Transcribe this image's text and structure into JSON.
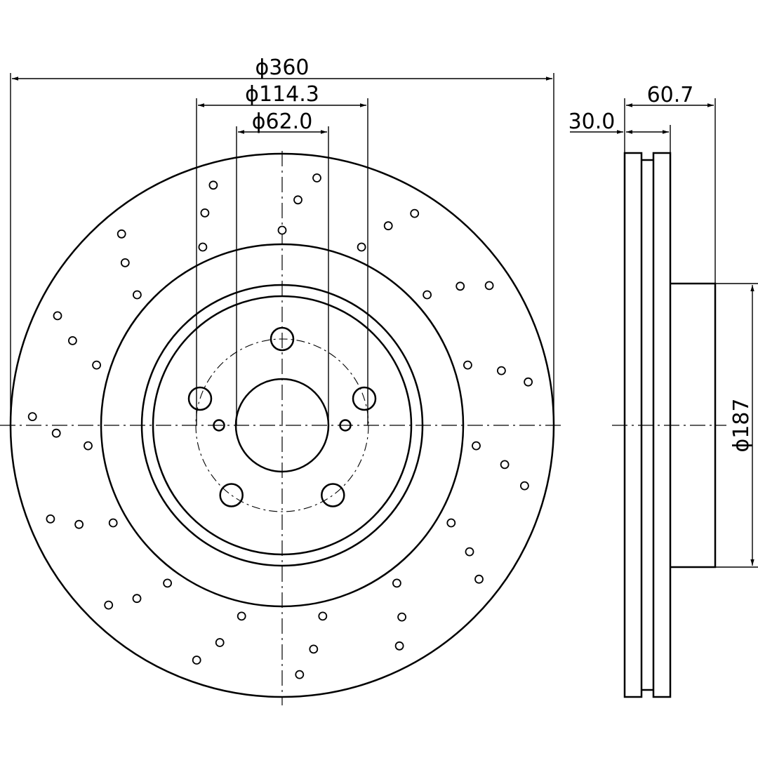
{
  "diagram": {
    "dimensions": {
      "outer_diameter": "ϕ360",
      "bolt_circle": "ϕ114.3",
      "center_bore": "ϕ62.0",
      "total_thickness": "60.7",
      "disc_thickness": "30.0",
      "hat_diameter": "ϕ187"
    },
    "colors": {
      "line": "#000000",
      "background": "#ffffff"
    },
    "icons": {
      "holes": "drilled-hole-icon",
      "bolt": "bolt-hole-icon"
    }
  }
}
